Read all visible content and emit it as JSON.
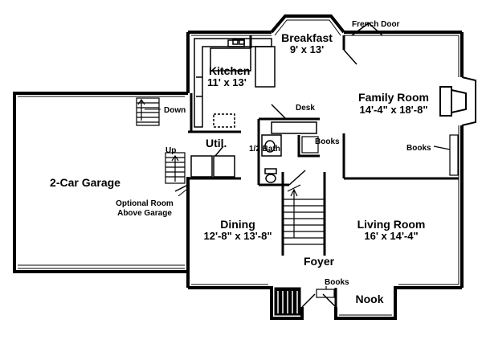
{
  "plan": {
    "wall_color": "#000000",
    "background_color": "#ffffff"
  },
  "rooms": {
    "breakfast": {
      "name": "Breakfast",
      "dims": "9' x 13'"
    },
    "kitchen": {
      "name": "Kitchen",
      "dims": "11' x 13'"
    },
    "family_room": {
      "name": "Family Room",
      "dims": "14'-4\" x 18'-8\""
    },
    "garage": {
      "name": "2-Car Garage"
    },
    "dining": {
      "name": "Dining",
      "dims": "12'-8\" x 13'-8\""
    },
    "living_room": {
      "name": "Living Room",
      "dims": "16' x 14'-4\""
    },
    "foyer": {
      "name": "Foyer"
    },
    "nook": {
      "name": "Nook"
    },
    "util": {
      "name": "Util."
    },
    "half_bath": {
      "name": "1/2 Bath"
    }
  },
  "notes": {
    "french_door": "French Door",
    "down": "Down",
    "up": "Up",
    "desk": "Desk",
    "books_bath": "Books",
    "books_family": "Books",
    "books_nook": "Books",
    "optional_room_line1": "Optional Room",
    "optional_room_line2": "Above Garage"
  }
}
